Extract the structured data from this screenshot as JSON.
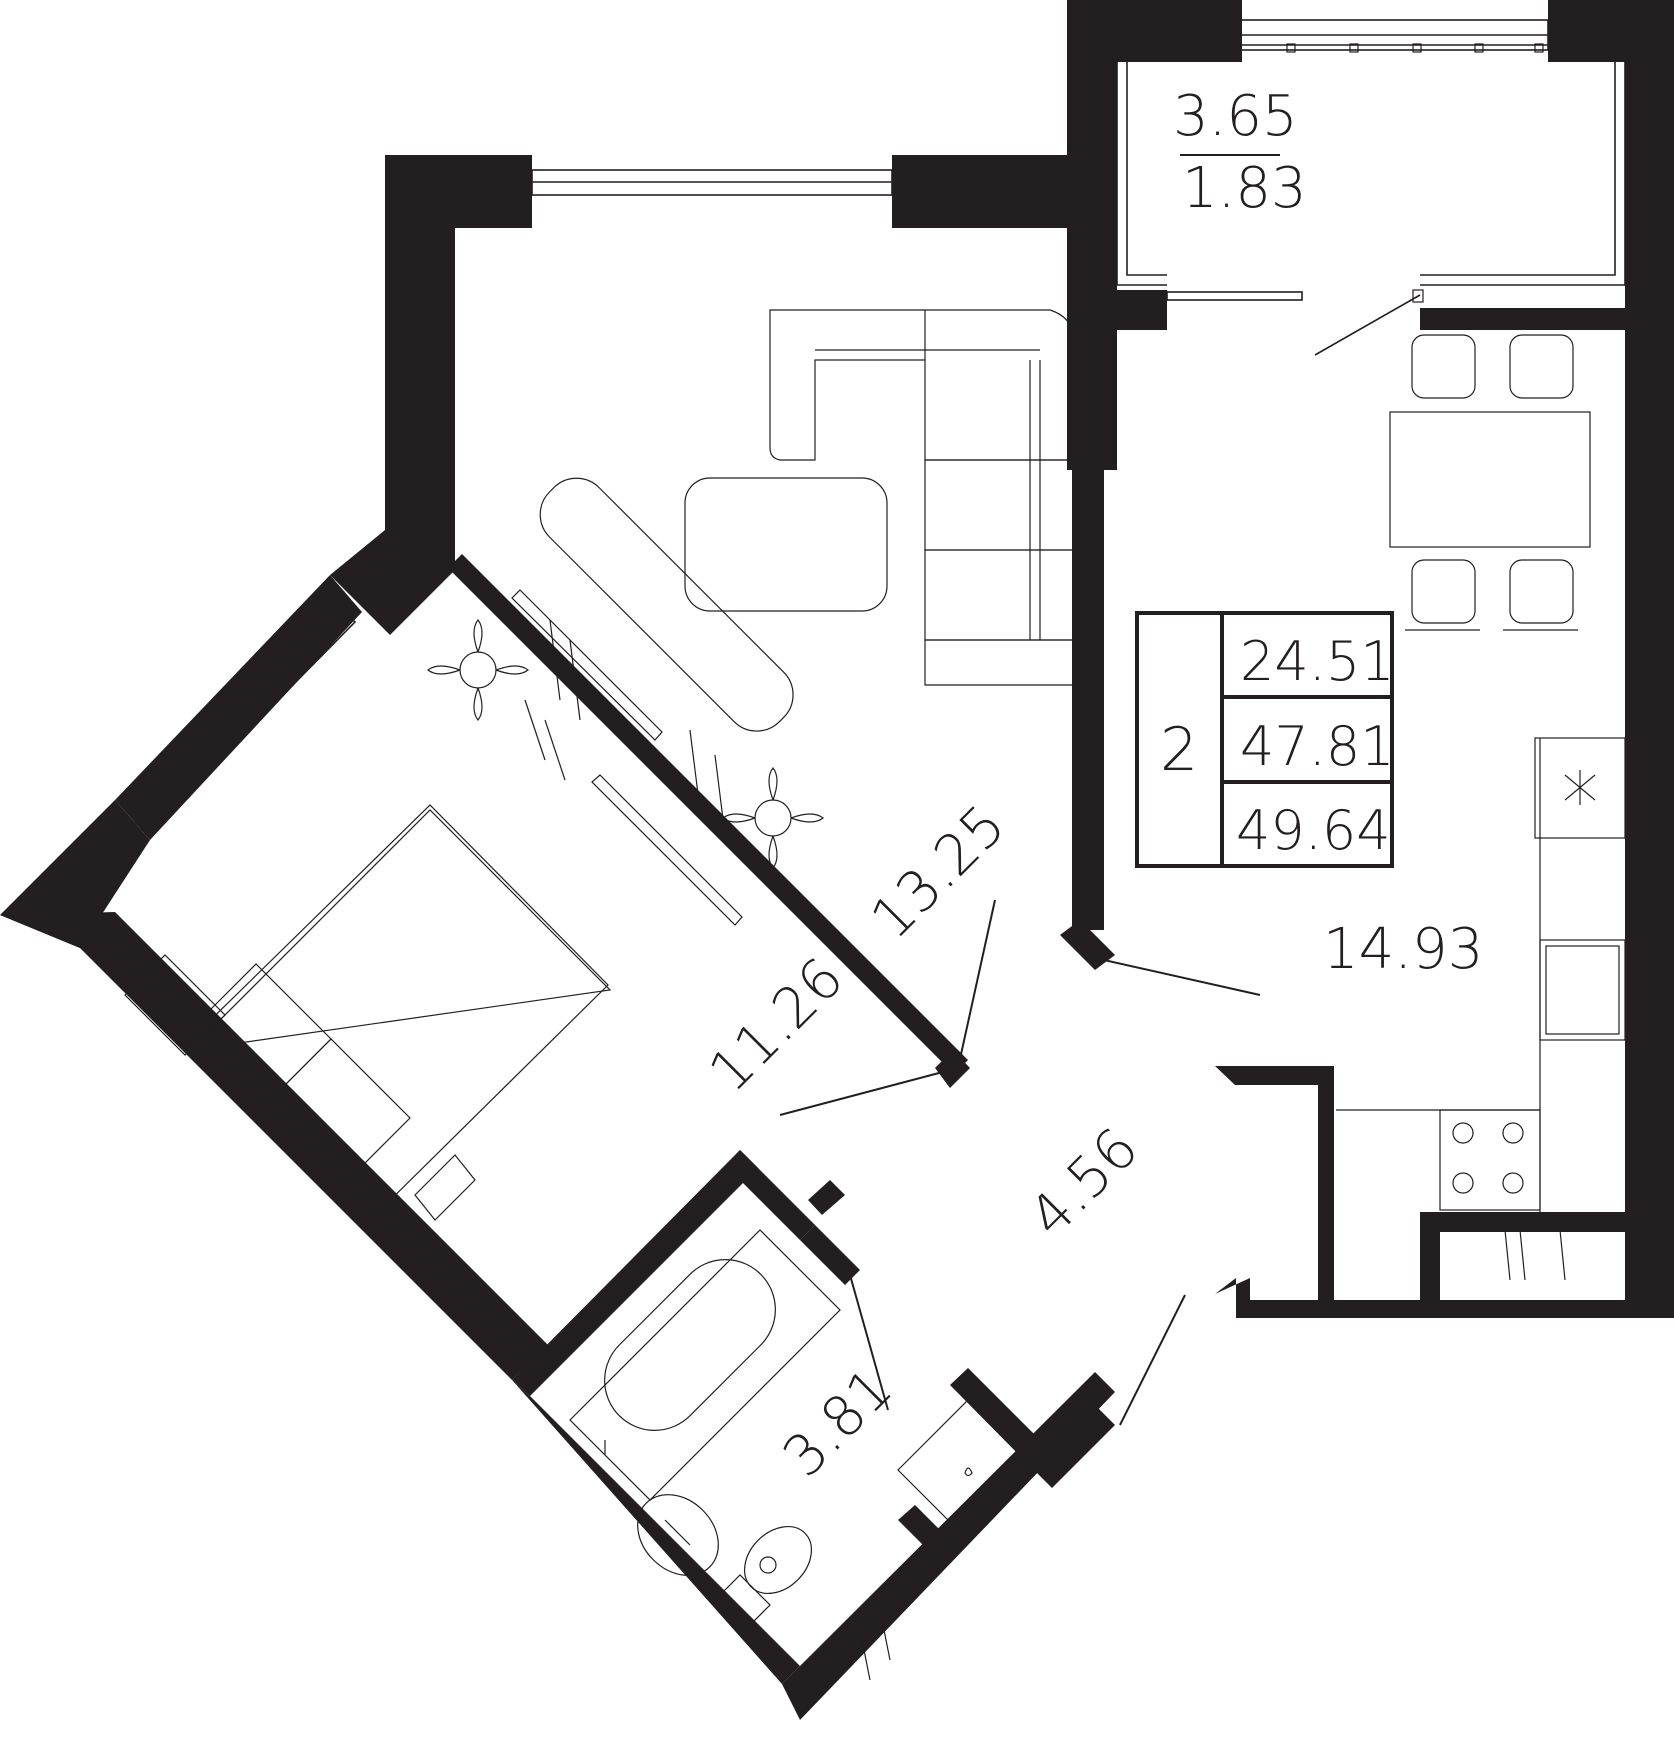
{
  "balcony": {
    "area": "3.65",
    "reduced_area": "1.83"
  },
  "summary": {
    "rooms": "2",
    "living_area": "24.51",
    "total_area": "47.81",
    "total_with_balcony": "49.64"
  },
  "rooms": {
    "living_room": "13.25",
    "bedroom": "11.26",
    "kitchen": "14.93",
    "hallway": "4.56",
    "bathroom": "3.81"
  }
}
